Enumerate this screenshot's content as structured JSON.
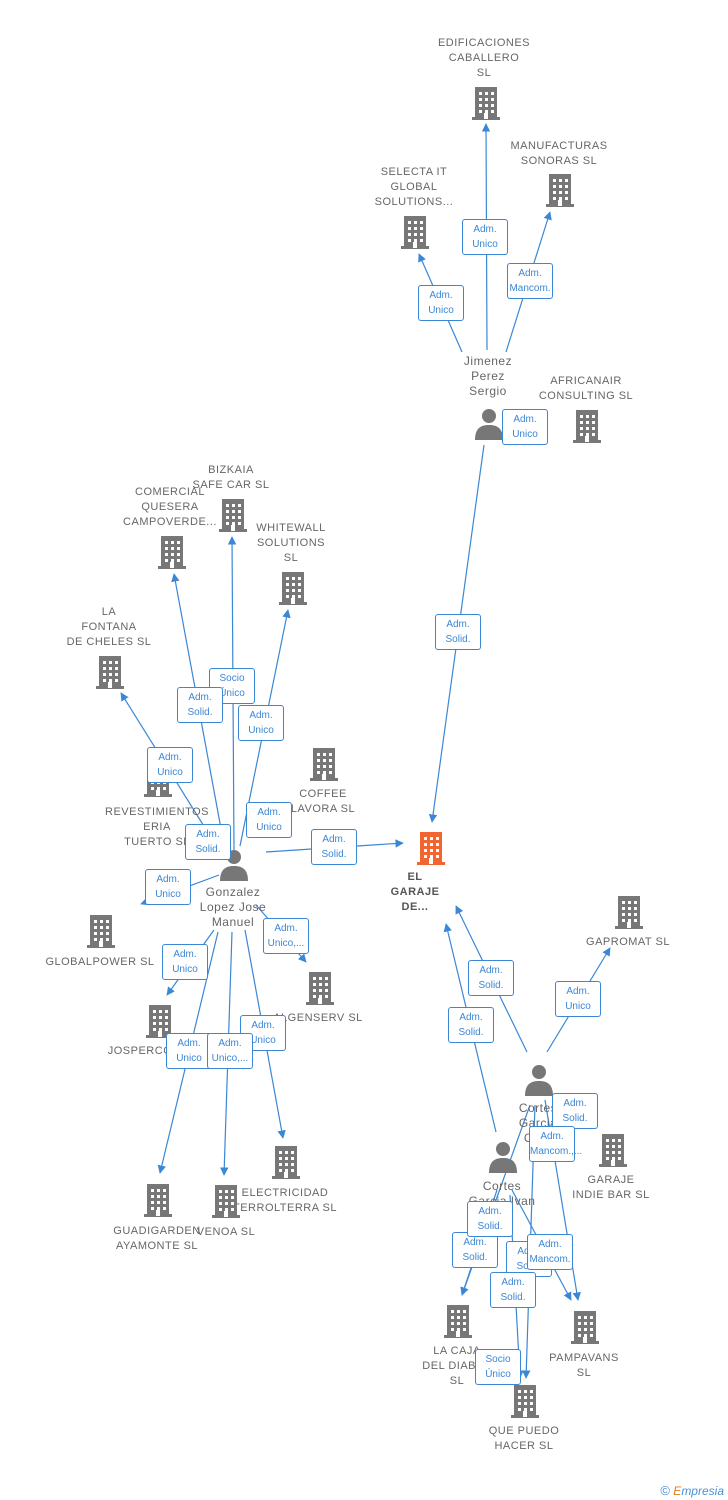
{
  "colors": {
    "company": "#777777",
    "focus": "#f26430",
    "edge": "#3a87d6",
    "text": "#666666"
  },
  "companies": [
    {
      "id": "edificaciones",
      "label": "EDIFICACIONES\nCABALLERO\nSL"
    },
    {
      "id": "manufacturas",
      "label": "MANUFACTURAS\nSONORAS  SL"
    },
    {
      "id": "selecta",
      "label": "SELECTA IT\nGLOBAL\nSOLUTIONS..."
    },
    {
      "id": "africanair",
      "label": "AFRICANAIR\nCONSULTING SL"
    },
    {
      "id": "bizkaia",
      "label": "BIZKAIA\nSAFE CAR  SL"
    },
    {
      "id": "comercial",
      "label": "COMERCIAL\nQUESERA\nCAMPOVERDE..."
    },
    {
      "id": "whitewall",
      "label": "WHITEWALL\nSOLUTIONS\nSL"
    },
    {
      "id": "lafontana",
      "label": "LA\nFONTANA\nDE CHELES SL"
    },
    {
      "id": "revestimientos",
      "label": "REVESTIMIENTOS\nERIA\nTUERTO SL"
    },
    {
      "id": "coffee",
      "label": "COFFEE\nLAVORA SL"
    },
    {
      "id": "elgaraje",
      "label": "EL\nGARAJE\nDE...",
      "focus": true
    },
    {
      "id": "globalpower",
      "label": "GLOBALPOWER SL"
    },
    {
      "id": "gapromat",
      "label": "GAPROMAT SL"
    },
    {
      "id": "algenserv",
      "label": "ALGENSERV SL"
    },
    {
      "id": "josperco",
      "label": "JOSPERCO"
    },
    {
      "id": "electricidad",
      "label": "ELECTRICIDAD\nTERROLTERRA SL"
    },
    {
      "id": "guadigarden",
      "label": "GUADIGARDEN\nAYAMONTE  SL"
    },
    {
      "id": "venoa",
      "label": "VENOA  SL"
    },
    {
      "id": "garajeindie",
      "label": "GARAJE\nINDIE BAR  SL"
    },
    {
      "id": "lacaja",
      "label": "LA CAJA\nDEL DIABLO\nSL"
    },
    {
      "id": "pampavans",
      "label": "PAMPAVANS\nSL"
    },
    {
      "id": "quepuedo",
      "label": "QUE PUEDO\nHACER  SL"
    }
  ],
  "persons": [
    {
      "id": "jimenez",
      "label": "Jimenez\nPerez\nSergio"
    },
    {
      "id": "gonzalez",
      "label": "Gonzalez\nLopez Jose\nManuel"
    },
    {
      "id": "cortesc",
      "label": "Cortes\nGarcia\nCri..."
    },
    {
      "id": "cortesi",
      "label": "Cortes\nGarcia Ivan"
    }
  ],
  "edges": [
    {
      "from": "jimenez",
      "to": "edificaciones",
      "label": "Adm.\nUnico"
    },
    {
      "from": "jimenez",
      "to": "manufacturas",
      "label": "Adm.\nMancom."
    },
    {
      "from": "jimenez",
      "to": "selecta",
      "label": "Adm.\nUnico"
    },
    {
      "from": "jimenez",
      "to": "africanair",
      "label": "Adm.\nUnico"
    },
    {
      "from": "jimenez",
      "to": "elgaraje",
      "label": "Adm.\nSolid."
    },
    {
      "from": "gonzalez",
      "to": "bizkaia",
      "label": "Socio\nÚnico"
    },
    {
      "from": "gonzalez",
      "to": "comercial",
      "label": "Adm.\nSolid."
    },
    {
      "from": "gonzalez",
      "to": "whitewall",
      "label": "Adm.\nUnico"
    },
    {
      "from": "gonzalez",
      "to": "lafontana",
      "label": "Adm.\nUnico"
    },
    {
      "from": "gonzalez",
      "to": "revestimientos",
      "label": "Adm.\nSolid."
    },
    {
      "from": "gonzalez",
      "to": "coffee",
      "label": "Adm.\nUnico"
    },
    {
      "from": "gonzalez",
      "to": "elgaraje",
      "label": "Adm.\nSolid."
    },
    {
      "from": "gonzalez",
      "to": "globalpower",
      "label": "Adm.\nUnico"
    },
    {
      "from": "gonzalez",
      "to": "algenserv",
      "label": "Adm.\nUnico,..."
    },
    {
      "from": "gonzalez",
      "to": "josperco",
      "label": "Adm.\nUnico"
    },
    {
      "from": "gonzalez",
      "to": "electricidad",
      "label": "Adm.\nUnico"
    },
    {
      "from": "gonzalez",
      "to": "guadigarden",
      "label": "Adm.\nUnico"
    },
    {
      "from": "gonzalez",
      "to": "venoa",
      "label": "Adm.\nUnico,..."
    },
    {
      "from": "cortesc",
      "to": "elgaraje",
      "label": "Adm.\nSolid."
    },
    {
      "from": "cortesc",
      "to": "gapromat",
      "label": "Adm.\nUnico"
    },
    {
      "from": "cortesc",
      "to": "garajeindie",
      "label": "Adm.\nSolid."
    },
    {
      "from": "cortesc",
      "to": "pampavans",
      "label": "Adm.\nMancom.,..."
    },
    {
      "from": "cortesc",
      "to": "quepuedo",
      "label": "Adm.\nSolid."
    },
    {
      "from": "cortesc",
      "to": "lacaja",
      "label": "Adm.\nSolid."
    },
    {
      "from": "cortesi",
      "to": "elgaraje",
      "label": "Adm.\nSolid."
    },
    {
      "from": "cortesi",
      "to": "lacaja",
      "label": "Adm.\nSolid."
    },
    {
      "from": "cortesi",
      "to": "pampavans",
      "label": "Adm.\nMancom."
    },
    {
      "from": "cortesi",
      "to": "quepuedo",
      "label": "Adm.\nSolid."
    },
    {
      "from": "cortesi",
      "to": "garajeindie",
      "label": "Socio\nÚnico"
    }
  ],
  "footer": {
    "copyright": "©",
    "brand_first": "E",
    "brand_rest": "mpresia"
  }
}
